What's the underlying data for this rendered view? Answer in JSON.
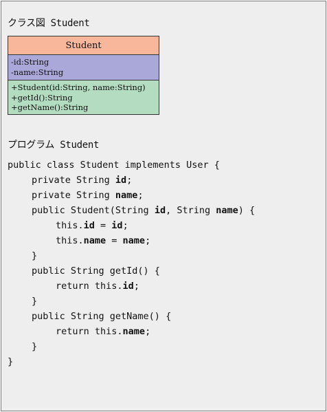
{
  "class_heading": "クラス図 Student",
  "program_heading": "プログラム Student",
  "uml": {
    "class_name": "Student",
    "attributes": [
      "-id:String",
      "-name:String"
    ],
    "methods": [
      "+Student(id:String, name:String)",
      "+getId():String",
      "+getName():String"
    ],
    "colors": {
      "name_bg": "#f8b79a",
      "attrs_bg": "#aaa8d8",
      "methods_bg": "#b3dcc1"
    }
  },
  "code": {
    "l1": "public class Student implements User {",
    "l2_a": "private String ",
    "l2_b": "id",
    "l2_c": ";",
    "l3_a": "private String ",
    "l3_b": "name",
    "l3_c": ";",
    "l4_a": "public Student(String ",
    "l4_b": "id",
    "l4_c": ", String ",
    "l4_d": "name",
    "l4_e": ") {",
    "l5_a": "this.",
    "l5_b": "id",
    "l5_c": " = ",
    "l5_d": "id",
    "l5_e": ";",
    "l6_a": "this.",
    "l6_b": "name",
    "l6_c": " = ",
    "l6_d": "name",
    "l6_e": ";",
    "l7": "}",
    "l8": "public String getId() {",
    "l9_a": "return this.",
    "l9_b": "id",
    "l9_c": ";",
    "l10": "}",
    "l11": "public String getName() {",
    "l12_a": "return this.",
    "l12_b": "name",
    "l12_c": ";",
    "l13": "}",
    "l14": "}"
  }
}
